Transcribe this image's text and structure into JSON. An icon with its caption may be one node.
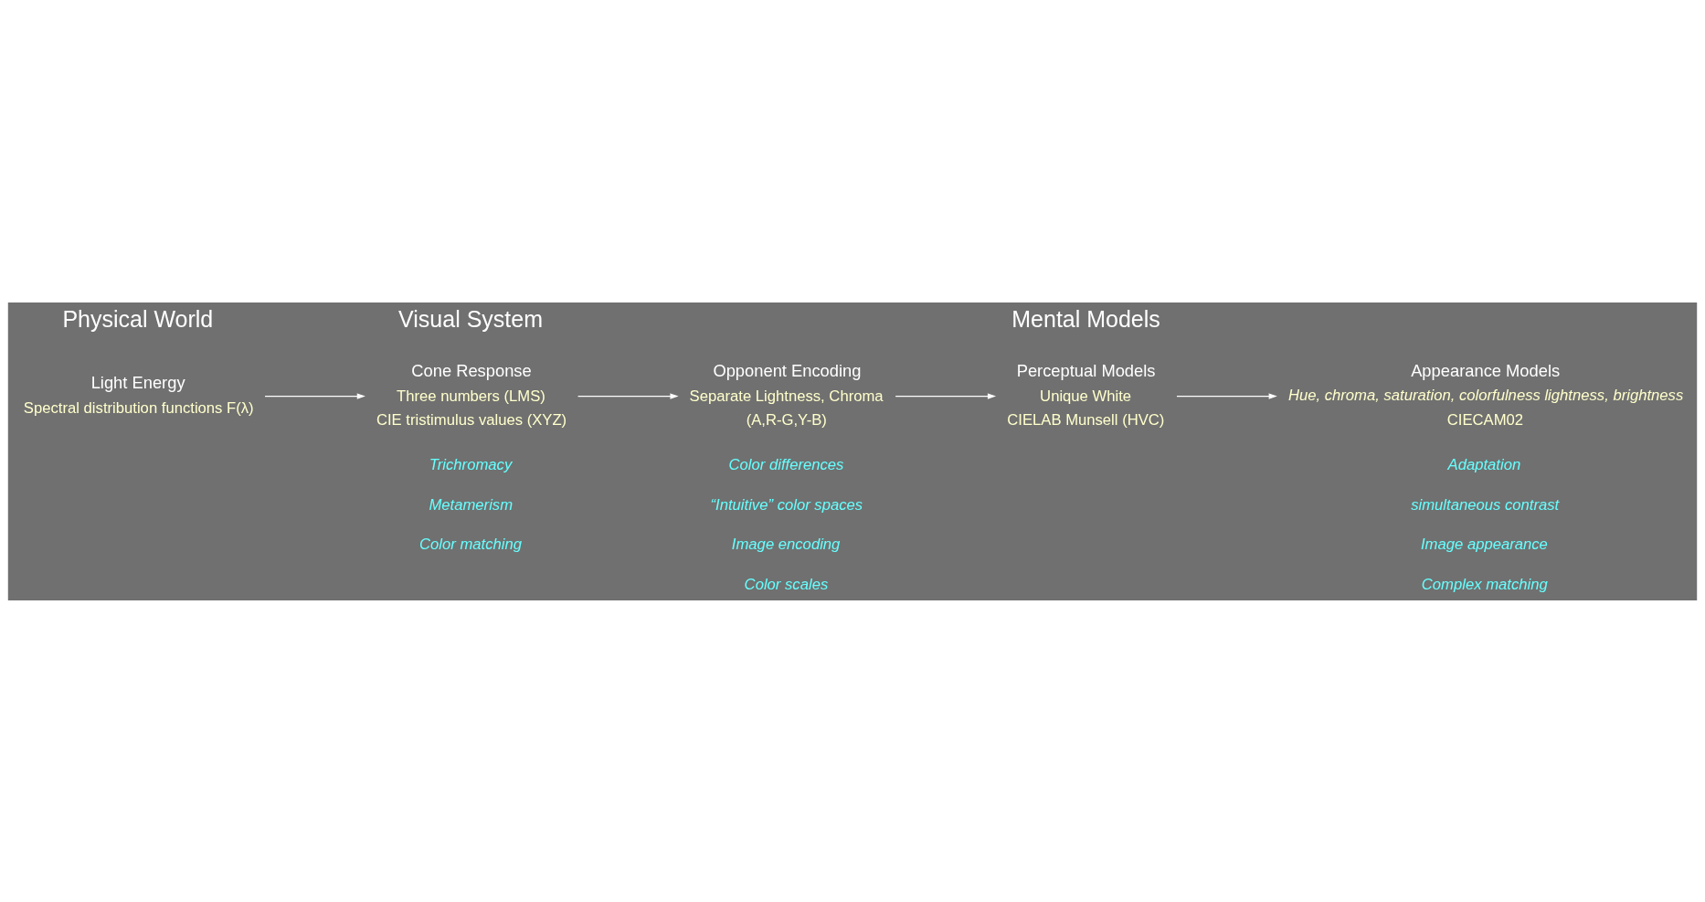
{
  "diagram": {
    "nodes": [
      {
        "text": [
          "Light Energy"
        ],
        "beside": [
          "Spectral distribution functions F(λ)"
        ]
      },
      {
        "text": [
          "Cone Response"
        ],
        "beside": [
          "Three numbers (LMS)",
          "CIE tristimulus values (XYZ)"
        ]
      },
      {
        "text": [
          "Opponent Encoding"
        ],
        "beside": [
          "Separate Lightness, Chroma",
          "(A,R-G,Y-B)"
        ]
      },
      {
        "text": [
          "Perceptual Models"
        ],
        "beside": [
          "Unique White",
          "CIELAB Munsell (HVC)"
        ]
      },
      {
        "text": [
          "Appearance Models"
        ],
        "beside": [
          "Hue, chroma, saturation, colorfulness lightness, brightness",
          "CIECAM02"
        ]
      }
    ],
    "edges": [
      {
        "from": 0,
        "to": 1,
        "arrow": "to"
      },
      {
        "from": 1,
        "to": 2,
        "arrow": "to"
      },
      {
        "from": 2,
        "to": 3,
        "arrow": "to"
      },
      {
        "from": 3,
        "to": 4,
        "arrow": "to"
      }
    ],
    "labels": [
      "Physical World",
      "Visual System",
      "Mental Models",
      "Trichromacy",
      "Metamerism",
      "Color matching",
      "Color differences",
      "“Intuitive” color spaces",
      "Image encoding",
      "Color scales",
      "Adaptation",
      "simultaneous contrast",
      "Image appearance",
      "Complex matching"
    ]
  }
}
